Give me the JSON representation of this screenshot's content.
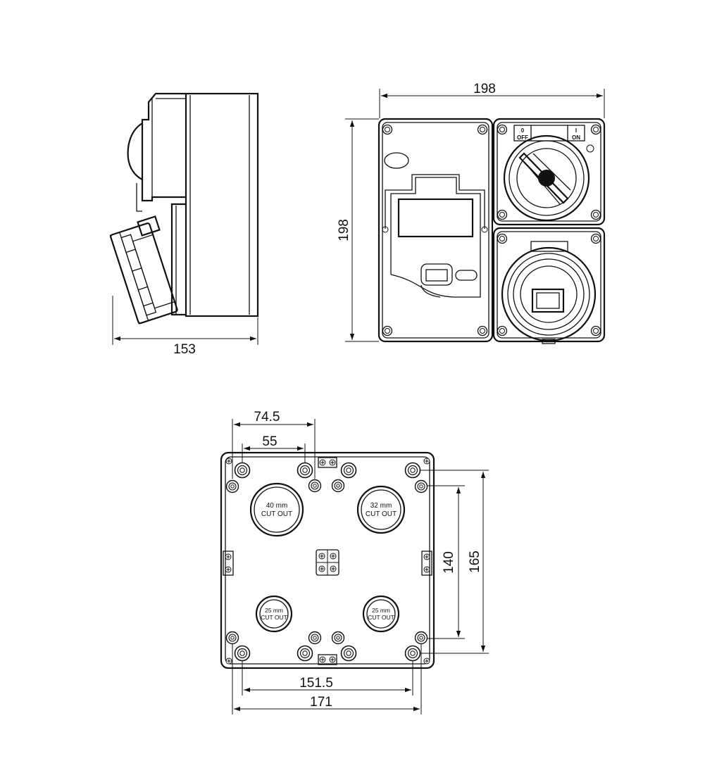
{
  "side_view": {
    "width_dim": "153"
  },
  "front_view": {
    "width_dim": "198",
    "height_dim": "198",
    "switch": {
      "off_symbol": "0",
      "off_label": "OFF",
      "on_symbol": "I",
      "on_label": "ON"
    }
  },
  "back_view": {
    "dim_74_5": "74.5",
    "dim_55": "55",
    "dim_140": "140",
    "dim_165": "165",
    "dim_151_5": "151.5",
    "dim_171": "171",
    "cutouts": [
      {
        "size": "40 mm",
        "label": "CUT OUT"
      },
      {
        "size": "32 mm",
        "label": "CUT OUT"
      },
      {
        "size": "25 mm",
        "label": "CUT OUT"
      },
      {
        "size": "25 mm",
        "label": "CUT OUT"
      }
    ]
  }
}
